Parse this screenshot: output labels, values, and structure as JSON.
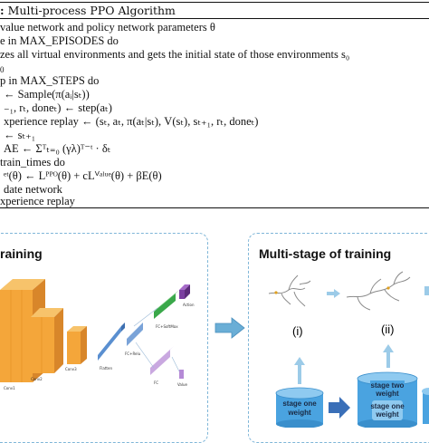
{
  "algorithm": {
    "number_label": ":",
    "title": "Multi-process PPO Algorithm",
    "lines": [
      {
        "id": "l1",
        "text": "value network and policy network parameters θ"
      },
      {
        "id": "l2",
        "text": "e in MAX_EPISODES do"
      },
      {
        "id": "l3",
        "text": "zes all virtual environments and gets the initial state of those environments s₀"
      },
      {
        "id": "l4",
        "text": "0"
      },
      {
        "id": "l5",
        "text": "p in MAX_STEPS do"
      },
      {
        "id": "l6",
        "text": "← Sample(π(aᵢ|sₜ))"
      },
      {
        "id": "l7",
        "text": "₋₁, rₜ, doneₜ) ← step(aₜ)"
      },
      {
        "id": "l8",
        "text": "xperience replay ← (sₜ, aₜ, π(aₜ|sₜ), V(sₜ), sₜ₊₁, rₜ, doneₜ)"
      },
      {
        "id": "l9",
        "text": "← sₜ₊₁"
      },
      {
        "id": "l10",
        "text": "AE ← Σᵀₜ₌₀ (γλ)ᵀ⁻ᵗ · δₜ"
      },
      {
        "id": "l11",
        "text": "train_times do"
      },
      {
        "id": "l12",
        "text": "ᵉᵗ(θ) ← Lᴾᴾᴼ(θ) + cLⱽᵃˡᵘᵉ(θ) + βE(θ)"
      },
      {
        "id": "l13",
        "text": "date network"
      },
      {
        "id": "l14",
        "text": "xperience replay"
      }
    ]
  },
  "left_panel": {
    "title": "raining",
    "layer_labels": [
      "Conv1",
      "Conv2",
      "Conv3",
      "Flatten",
      "FC+Relu",
      "FC+SoftMax",
      "Action",
      "FC",
      "Value"
    ]
  },
  "right_panel": {
    "title": "Multi-stage of training",
    "stages": [
      "(i)",
      "(ii)"
    ],
    "cylinder_one": [
      "stage one",
      "weight"
    ],
    "cylinder_two": [
      "stage two",
      "weight",
      "stage one",
      "weight"
    ]
  },
  "colors": {
    "panel_border": "#7fb6d8",
    "arrow": "#6aaed6",
    "conv": "#f4a63a",
    "flatten": "#5a8fd0",
    "fc_relu": "#7aa3d8",
    "fc_green": "#3aa84a",
    "softmax": "#7b3fa0",
    "value": "#c9a8e0",
    "cylinder": "#4aa3e0",
    "cyl_text": "#1a2a44"
  }
}
